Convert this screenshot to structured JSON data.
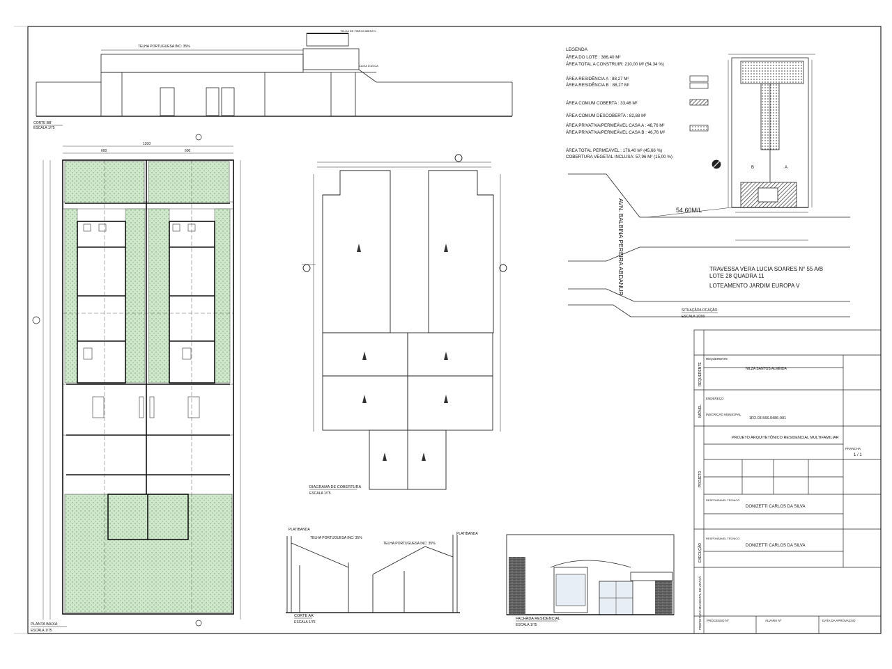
{
  "section_bb": {
    "title": "CORTE BB'",
    "scale": "ESCALA 1/75",
    "roof_label": "TELHA PORTUGUESA INC: 35%",
    "water_tank_label": "TELHA DE FIBROCIMENTO",
    "box_label": "CAIXA D'AGUA"
  },
  "floor_plan": {
    "title": "PLANTA BAIXA",
    "scale": "ESCALA 1/75",
    "total_width": "1200",
    "half_width": "600"
  },
  "roof_diagram": {
    "title": "DIAGRAMA DE COBERTURA",
    "scale": "ESCALA 1/75"
  },
  "section_aa": {
    "title": "CORTE AA'",
    "scale": "ESCALA 1/75",
    "parapet": "PLATIBANDA",
    "roof_label": "TELHA PORTUGUESA INC: 35%"
  },
  "facade": {
    "title": "FACHADA RESIDENCIAL",
    "scale": "ESCALA 1/75"
  },
  "legend": {
    "title": "LEGENDA",
    "lines": [
      "ÁREA DO LOTE : 386,40 M²",
      "ÁREA TOTAL A CONSTRUIR: 210,00 M² (54,34 %)",
      "ÁREA RESIDÊNCIA A : 88,27 M²",
      "ÁREA RESIDÊNCIA B : 88,27 M²",
      "ÁREA COMUM COBERTA : 33,46 M²",
      "ÁREA COMUM DESCOBERTA : 82,88 M²",
      "ÁREA PRIVATIVA/PERMEÁVEL CASA A : 46,76 M²",
      "ÁREA PRIVATIVA/PERMEÁVEL CASA B : 46,76 M²",
      "ÁREA TOTAL PERMEÁVEL : 176,40 M² (45,66 %)",
      "COBERTURA VEGETAL INCLUSA: 57,96 M² (15,00 %)"
    ]
  },
  "site": {
    "avenue": "AVN. BALBINA PEREIRA ABDANUR",
    "distance": "54,60M/L",
    "address_line1": "TRAVESSA VERA LUCIA SOARES  N° 55 A/B",
    "address_line2": "LOTE 28 QUADRA 11",
    "address_line3": "LOTEAMENTO JARDIM EUROPA V",
    "title": "SITUAÇÃO/LOCAÇÃO",
    "scale": "ESCALA 1/200",
    "label_a": "A",
    "label_b": "B"
  },
  "title_block": {
    "requerente_label": "REQUERENTE",
    "owner": "NILZA SANTOS ALMEIDA",
    "imovel_label": "IMÓVEL",
    "endereco_label": "ENDEREÇO",
    "inscricao_label": "INSCRIÇÃO MUNICIPAL",
    "inscricao": "1R2.03.566.0486-001",
    "projeto_label": "PROJETO",
    "project_title": "PROJETO ARQUITETÔNICO RESIDENCIAL MULTIFAMILIAR",
    "prancha_label": "PRANCHA",
    "prancha": "1 / 1",
    "responsavel_label": "RESPONSAVEL TÉCNICO",
    "engineer": "DONIZETTI CARLOS DA SILVA",
    "execucao_label": "EXECUÇÃO",
    "engineer2": "DONIZETTI CARLOS DA SILVA",
    "prefeitura_label": "PREFEITURA MUNICIPAL DE ARAXÁ",
    "processo_label": "PROCESSO Nº",
    "alvara_label": "ALVARÁ Nº",
    "data_label": "DATA DA APROVAÇÃO"
  }
}
